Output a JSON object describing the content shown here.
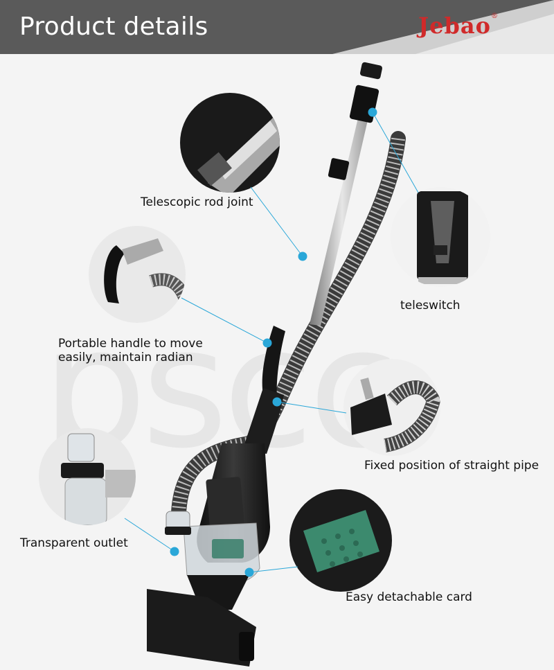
{
  "header": {
    "title": "Product details",
    "brand": "Jebao",
    "brand_mark": "®"
  },
  "watermark": "pscc",
  "callouts": {
    "telescopic": "Telescopic rod joint",
    "teleswitch": "teleswitch",
    "handle_line1": "Portable handle to move",
    "handle_line2": "easily, maintain radian",
    "fixed_pipe": "Fixed position of straight pipe",
    "outlet": "Transparent outlet",
    "card": "Easy detachable card"
  },
  "colors": {
    "header_bg": "#5a5a5a",
    "brand": "#d02a2a",
    "leader": "#2aa7d8",
    "product": "#1a1a1a"
  }
}
